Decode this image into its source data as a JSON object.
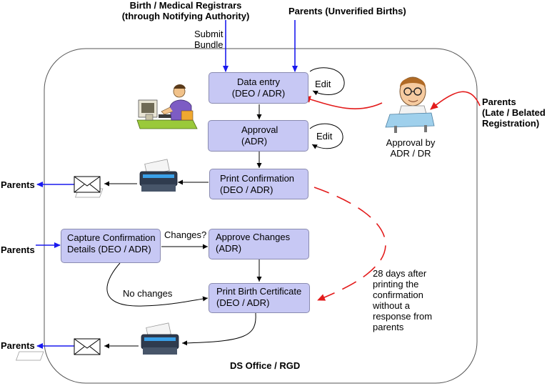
{
  "sources": {
    "registrars_line1": "Birth / Medical Registrars",
    "registrars_line2": "(through Notifying Authority)",
    "parents_unverified": "Parents (Unverified Births)",
    "submit_line1": "Submit",
    "submit_line2": "Bundle",
    "late_line1": "Parents",
    "late_line2": "(Late / Belated",
    "late_line3": "Registration)"
  },
  "boxes": {
    "data_entry": {
      "line1": "Data entry",
      "line2": "(DEO / ADR)"
    },
    "approval": {
      "line1": "Approval",
      "line2": "(ADR)"
    },
    "print_confirmation": {
      "line1": "Print Confirmation",
      "line2": "(DEO / ADR)"
    },
    "capture": {
      "line1": "Capture Confirmation",
      "line2": "Details (DEO / ADR)"
    },
    "approve_changes": {
      "line1": "Approve Changes",
      "line2": "(ADR)"
    },
    "print_certificate": {
      "line1": "Print Birth Certificate",
      "line2": "(DEO / ADR)"
    }
  },
  "labels": {
    "edit1": "Edit",
    "edit2": "Edit",
    "approval_by_line1": "Approval by",
    "approval_by_line2": "ADR / DR",
    "changes": "Changes?",
    "no_changes": "No changes",
    "days_note": [
      "28 days after",
      "printing the",
      "confirmation",
      "without a",
      "response from",
      "parents"
    ],
    "office": "DS Office / RGD",
    "parents_out1": "Parents",
    "parents_in": "Parents",
    "parents_out2": "Parents"
  },
  "icons": [
    "computer-operator-icon",
    "reviewer-icon",
    "printer-icon",
    "envelope-icon"
  ],
  "colors": {
    "box_fill": "#c7c8f4",
    "blue_arrow": "#1a1aee",
    "red_arrow": "#e31b1b"
  }
}
